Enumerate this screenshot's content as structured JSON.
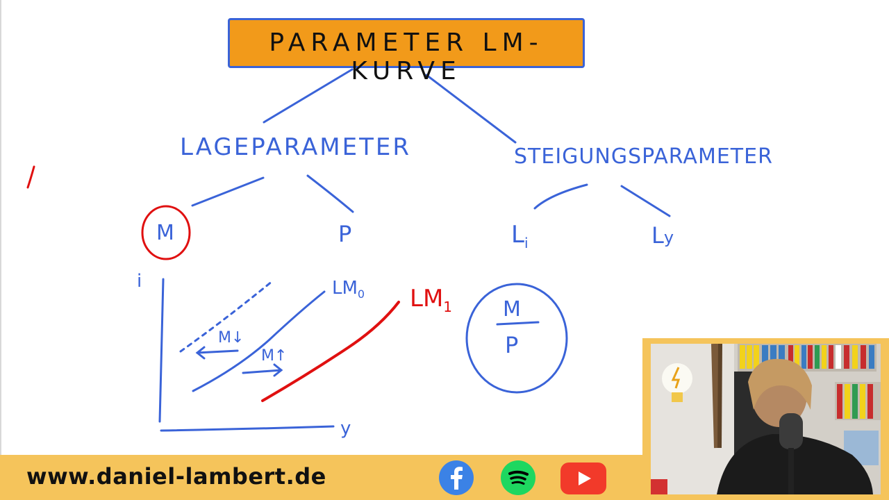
{
  "title": "PARAMETER LM-KURVE",
  "branches": {
    "left": "LAGEPARAMETER",
    "right": "STEIGUNGSPARAMETER"
  },
  "leaves": {
    "m": "M",
    "p": "P",
    "li": "L",
    "li_sub": "i",
    "ly": "L",
    "ly_sub": "y"
  },
  "graph": {
    "y_axis": "i",
    "x_axis": "y",
    "curve0": "LM",
    "curve0_sub": "0",
    "curve1": "LM",
    "curve1_sub": "1",
    "shift_down": "M↓",
    "shift_up": "M↑"
  },
  "ratio": {
    "numerator": "M",
    "denominator": "P"
  },
  "footer": {
    "url": "www.daniel-lambert.de"
  },
  "icons": [
    "facebook-icon",
    "spotify-icon",
    "youtube-icon",
    "lightbulb-icon"
  ],
  "colors": {
    "ink_blue": "#3a63d8",
    "ink_red": "#e01010",
    "title_fill": "#f29a1a",
    "footer_bg": "#f5c45b"
  }
}
